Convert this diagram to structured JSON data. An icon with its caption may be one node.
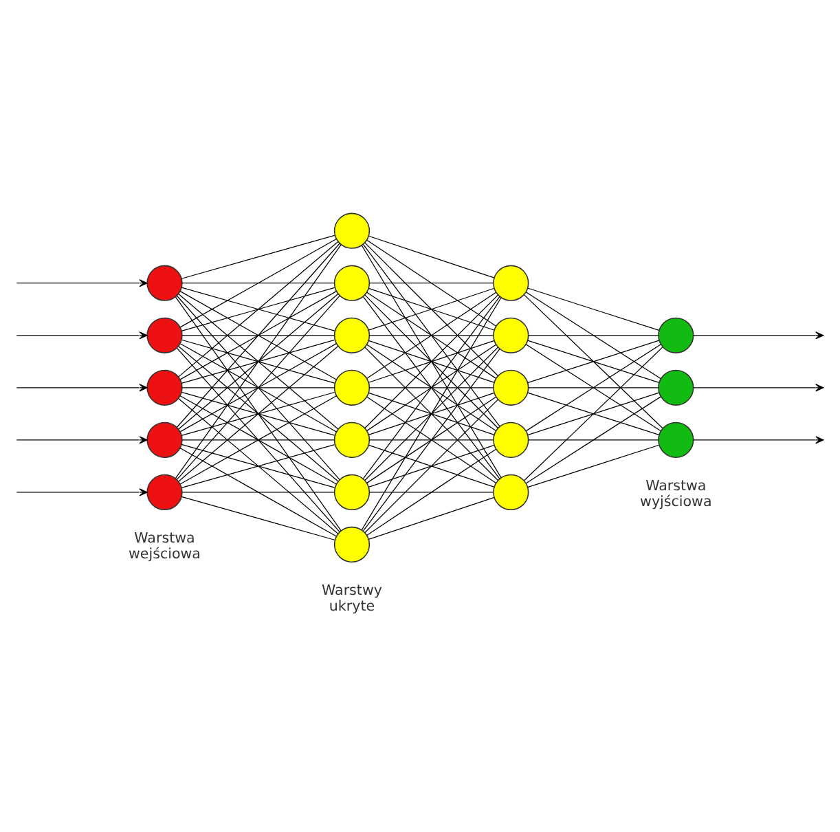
{
  "diagram": {
    "nodes": [
      {
        "text": [],
        "shape": "circle"
      },
      {
        "text": [],
        "shape": "circle"
      },
      {
        "text": [],
        "shape": "circle"
      },
      {
        "text": [],
        "shape": "circle"
      },
      {
        "text": [],
        "shape": "circle"
      },
      {
        "text": [],
        "shape": "circle"
      },
      {
        "text": [],
        "shape": "circle"
      },
      {
        "text": [],
        "shape": "circle"
      },
      {
        "text": [],
        "shape": "circle"
      },
      {
        "text": [],
        "shape": "circle"
      },
      {
        "text": [],
        "shape": "circle"
      },
      {
        "text": [],
        "shape": "circle"
      },
      {
        "text": [],
        "shape": "circle"
      },
      {
        "text": [],
        "shape": "circle"
      },
      {
        "text": [],
        "shape": "circle"
      },
      {
        "text": [],
        "shape": "circle"
      },
      {
        "text": [],
        "shape": "circle"
      },
      {
        "text": [],
        "shape": "circle"
      },
      {
        "text": [],
        "shape": "circle"
      },
      {
        "text": [],
        "shape": "circle"
      }
    ],
    "edges": [
      {
        "from": null,
        "to": 0,
        "arrow": "to"
      },
      {
        "from": null,
        "to": 1,
        "arrow": "to"
      },
      {
        "from": null,
        "to": 2,
        "arrow": "to"
      },
      {
        "from": null,
        "to": 3,
        "arrow": "to"
      },
      {
        "from": null,
        "to": 4,
        "arrow": "to"
      },
      {
        "from": 0,
        "to": 5,
        "arrow": "none"
      },
      {
        "from": 0,
        "to": 6,
        "arrow": "none"
      },
      {
        "from": 0,
        "to": 7,
        "arrow": "none"
      },
      {
        "from": 0,
        "to": 8,
        "arrow": "none"
      },
      {
        "from": 0,
        "to": 9,
        "arrow": "none"
      },
      {
        "from": 0,
        "to": 10,
        "arrow": "none"
      },
      {
        "from": 0,
        "to": 11,
        "arrow": "none"
      },
      {
        "from": 1,
        "to": 5,
        "arrow": "none"
      },
      {
        "from": 1,
        "to": 6,
        "arrow": "none"
      },
      {
        "from": 1,
        "to": 7,
        "arrow": "none"
      },
      {
        "from": 1,
        "to": 8,
        "arrow": "none"
      },
      {
        "from": 1,
        "to": 9,
        "arrow": "none"
      },
      {
        "from": 1,
        "to": 10,
        "arrow": "none"
      },
      {
        "from": 1,
        "to": 11,
        "arrow": "none"
      },
      {
        "from": 2,
        "to": 5,
        "arrow": "none"
      },
      {
        "from": 2,
        "to": 6,
        "arrow": "none"
      },
      {
        "from": 2,
        "to": 7,
        "arrow": "none"
      },
      {
        "from": 2,
        "to": 8,
        "arrow": "none"
      },
      {
        "from": 2,
        "to": 9,
        "arrow": "none"
      },
      {
        "from": 2,
        "to": 10,
        "arrow": "none"
      },
      {
        "from": 2,
        "to": 11,
        "arrow": "none"
      },
      {
        "from": 3,
        "to": 5,
        "arrow": "none"
      },
      {
        "from": 3,
        "to": 6,
        "arrow": "none"
      },
      {
        "from": 3,
        "to": 7,
        "arrow": "none"
      },
      {
        "from": 3,
        "to": 8,
        "arrow": "none"
      },
      {
        "from": 3,
        "to": 9,
        "arrow": "none"
      },
      {
        "from": 3,
        "to": 10,
        "arrow": "none"
      },
      {
        "from": 3,
        "to": 11,
        "arrow": "none"
      },
      {
        "from": 4,
        "to": 5,
        "arrow": "none"
      },
      {
        "from": 4,
        "to": 6,
        "arrow": "none"
      },
      {
        "from": 4,
        "to": 7,
        "arrow": "none"
      },
      {
        "from": 4,
        "to": 8,
        "arrow": "none"
      },
      {
        "from": 4,
        "to": 9,
        "arrow": "none"
      },
      {
        "from": 4,
        "to": 10,
        "arrow": "none"
      },
      {
        "from": 4,
        "to": 11,
        "arrow": "none"
      },
      {
        "from": 5,
        "to": 12,
        "arrow": "none"
      },
      {
        "from": 5,
        "to": 13,
        "arrow": "none"
      },
      {
        "from": 5,
        "to": 14,
        "arrow": "none"
      },
      {
        "from": 5,
        "to": 15,
        "arrow": "none"
      },
      {
        "from": 5,
        "to": 16,
        "arrow": "none"
      },
      {
        "from": 6,
        "to": 12,
        "arrow": "none"
      },
      {
        "from": 6,
        "to": 13,
        "arrow": "none"
      },
      {
        "from": 6,
        "to": 14,
        "arrow": "none"
      },
      {
        "from": 6,
        "to": 15,
        "arrow": "none"
      },
      {
        "from": 6,
        "to": 16,
        "arrow": "none"
      },
      {
        "from": 7,
        "to": 12,
        "arrow": "none"
      },
      {
        "from": 7,
        "to": 13,
        "arrow": "none"
      },
      {
        "from": 7,
        "to": 14,
        "arrow": "none"
      },
      {
        "from": 7,
        "to": 15,
        "arrow": "none"
      },
      {
        "from": 7,
        "to": 16,
        "arrow": "none"
      },
      {
        "from": 8,
        "to": 12,
        "arrow": "none"
      },
      {
        "from": 8,
        "to": 13,
        "arrow": "none"
      },
      {
        "from": 8,
        "to": 14,
        "arrow": "none"
      },
      {
        "from": 8,
        "to": 15,
        "arrow": "none"
      },
      {
        "from": 8,
        "to": 16,
        "arrow": "none"
      },
      {
        "from": 9,
        "to": 12,
        "arrow": "none"
      },
      {
        "from": 9,
        "to": 13,
        "arrow": "none"
      },
      {
        "from": 9,
        "to": 14,
        "arrow": "none"
      },
      {
        "from": 9,
        "to": 15,
        "arrow": "none"
      },
      {
        "from": 9,
        "to": 16,
        "arrow": "none"
      },
      {
        "from": 10,
        "to": 12,
        "arrow": "none"
      },
      {
        "from": 10,
        "to": 13,
        "arrow": "none"
      },
      {
        "from": 10,
        "to": 14,
        "arrow": "none"
      },
      {
        "from": 10,
        "to": 15,
        "arrow": "none"
      },
      {
        "from": 10,
        "to": 16,
        "arrow": "none"
      },
      {
        "from": 11,
        "to": 12,
        "arrow": "none"
      },
      {
        "from": 11,
        "to": 13,
        "arrow": "none"
      },
      {
        "from": 11,
        "to": 14,
        "arrow": "none"
      },
      {
        "from": 11,
        "to": 15,
        "arrow": "none"
      },
      {
        "from": 11,
        "to": 16,
        "arrow": "none"
      },
      {
        "from": 12,
        "to": 17,
        "arrow": "none"
      },
      {
        "from": 12,
        "to": 18,
        "arrow": "none"
      },
      {
        "from": 12,
        "to": 19,
        "arrow": "none"
      },
      {
        "from": 13,
        "to": 17,
        "arrow": "none"
      },
      {
        "from": 13,
        "to": 18,
        "arrow": "none"
      },
      {
        "from": 13,
        "to": 19,
        "arrow": "none"
      },
      {
        "from": 14,
        "to": 17,
        "arrow": "none"
      },
      {
        "from": 14,
        "to": 18,
        "arrow": "none"
      },
      {
        "from": 14,
        "to": 19,
        "arrow": "none"
      },
      {
        "from": 15,
        "to": 17,
        "arrow": "none"
      },
      {
        "from": 15,
        "to": 18,
        "arrow": "none"
      },
      {
        "from": 15,
        "to": 19,
        "arrow": "none"
      },
      {
        "from": 16,
        "to": 17,
        "arrow": "none"
      },
      {
        "from": 16,
        "to": 18,
        "arrow": "none"
      },
      {
        "from": 16,
        "to": 19,
        "arrow": "none"
      },
      {
        "from": 17,
        "to": null,
        "arrow": "to"
      },
      {
        "from": 18,
        "to": null,
        "arrow": "to"
      },
      {
        "from": 19,
        "to": null,
        "arrow": "to"
      }
    ],
    "labels": [
      "Warstwa wejściowa",
      "Warstwy ukryte",
      "Warstwa wyjściowa"
    ]
  }
}
